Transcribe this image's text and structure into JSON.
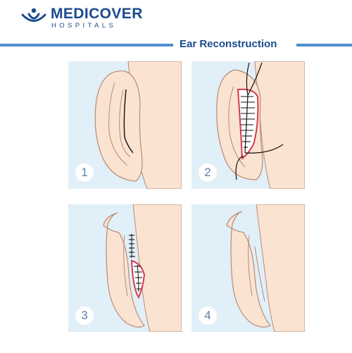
{
  "brand": {
    "name": "MEDICOVER",
    "tagline": "HOSPITALS",
    "logo_icon": "medicover-logo-icon",
    "color": "#1b4b8f"
  },
  "header": {
    "title": "Ear Reconstruction",
    "rule_color": "#4f8fcb"
  },
  "panels": [
    {
      "step": "1",
      "description_icon": "ear-incision-illustration"
    },
    {
      "step": "2",
      "description_icon": "ear-suturing-illustration"
    },
    {
      "step": "3",
      "description_icon": "ear-closing-illustration"
    },
    {
      "step": "4",
      "description_icon": "ear-healed-illustration"
    }
  ],
  "colors": {
    "panel_bg": "#e1eff8",
    "skin": "#fbe3d2",
    "skin_line": "#b88a73",
    "wound": "#d53a4f",
    "stitch": "#1a1a1a"
  }
}
